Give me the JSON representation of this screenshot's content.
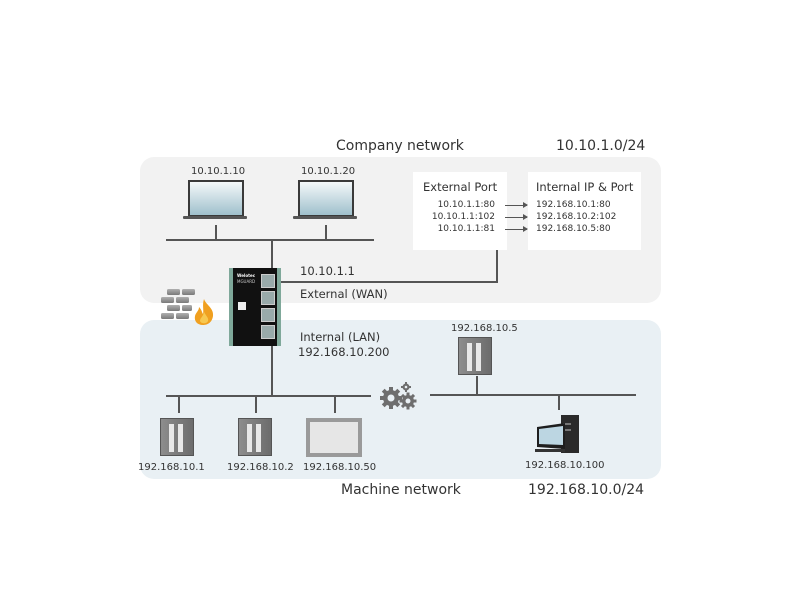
{
  "company_network": {
    "title": "Company network",
    "subnet": "10.10.1.0/24",
    "laptops": [
      {
        "ip": "10.10.1.10"
      },
      {
        "ip": "10.10.1.20"
      }
    ],
    "port_forwarding": {
      "external_header": "External Port",
      "internal_header": "Internal IP & Port",
      "rules": [
        {
          "external": "10.10.1.1:80",
          "internal": "192.168.10.1:80"
        },
        {
          "external": "10.10.1.1:102",
          "internal": "192.168.10.2:102"
        },
        {
          "external": "10.10.1.1:81",
          "internal": "192.168.10.5:80"
        }
      ]
    }
  },
  "router": {
    "brand": "Welotec",
    "model": "MGUARD",
    "wan_ip": "10.10.1.1",
    "wan_label": "External (WAN)",
    "lan_label": "Internal (LAN)",
    "lan_ip": "192.168.10.200"
  },
  "machine_network": {
    "title": "Machine network",
    "subnet": "192.168.10.0/24",
    "devices": [
      {
        "type": "plc",
        "ip": "192.168.10.1"
      },
      {
        "type": "plc",
        "ip": "192.168.10.2"
      },
      {
        "type": "hmi",
        "ip": "192.168.10.50"
      },
      {
        "type": "plc",
        "ip": "192.168.10.5"
      },
      {
        "type": "pc",
        "ip": "192.168.10.100"
      }
    ]
  },
  "colors": {
    "company_zone": "#f2f2f2",
    "machine_zone": "#e9f0f4",
    "line": "#555555",
    "flame": "#f0a020",
    "device_rail": "#7fa89a"
  }
}
